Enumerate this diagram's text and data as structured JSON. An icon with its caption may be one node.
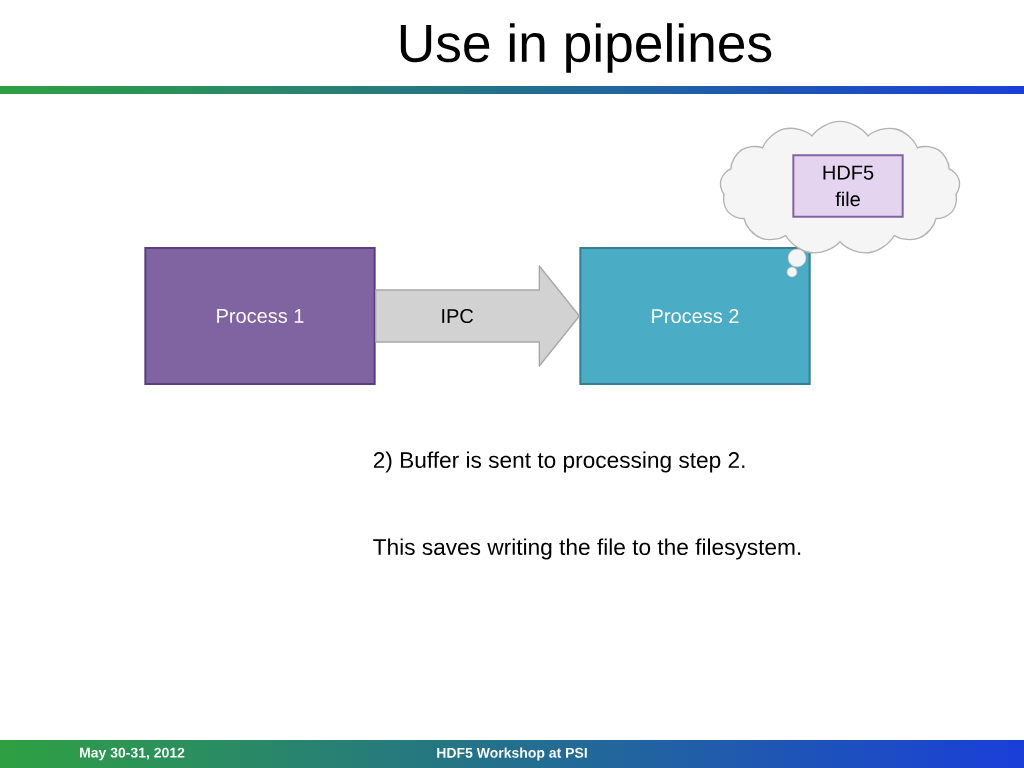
{
  "diagram": {
    "title": "Use in pipelines",
    "nodes": [
      {
        "text": [
          "Process 1"
        ]
      },
      {
        "text": [
          "Process 2"
        ]
      },
      {
        "text": [],
        "shape": "cloud"
      },
      {
        "text": [
          "HDF5 file"
        ],
        "in": 2
      }
    ],
    "edges": [
      {
        "from": 0,
        "to": 1,
        "arrow": "to",
        "label": "IPC"
      }
    ],
    "labels": [
      "2) Buffer is sent to processing step 2.",
      "This saves writing the file to the filesystem.",
      "May 30-31, 2012",
      "HDF5 Workshop at PSI"
    ]
  }
}
